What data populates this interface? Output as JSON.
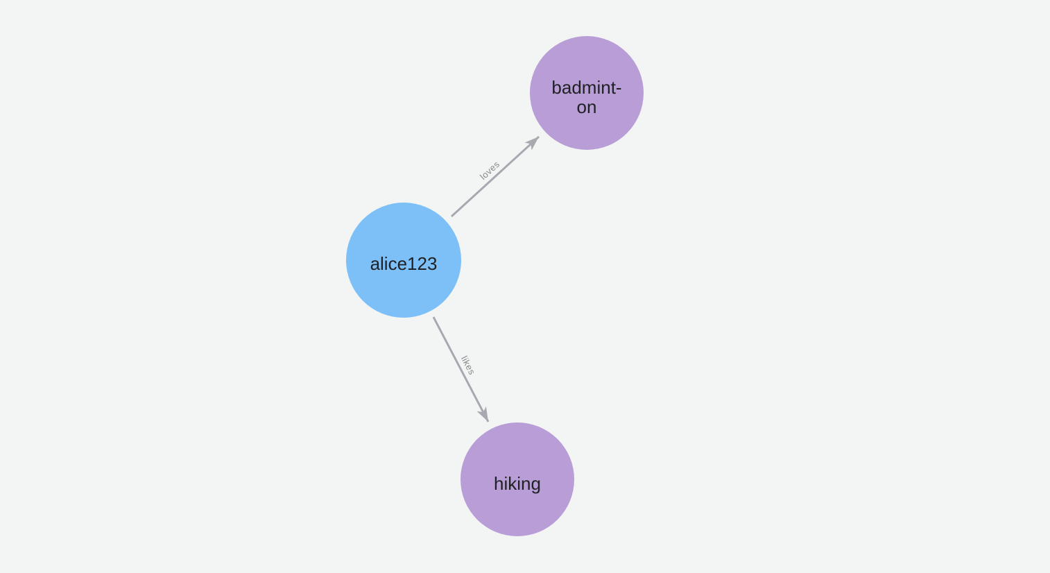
{
  "canvas": {
    "background_color": "#f3f5f4"
  },
  "graph": {
    "edge_color": "#a6a9b0",
    "edge_label_color": "#85878a",
    "node_label_color": "#202124",
    "node_colors": {
      "person": "#7cc0f7",
      "hobby": "#b89dd6"
    },
    "nodes": [
      {
        "id": "alice123",
        "label": "alice123",
        "lines": [
          "alice123"
        ],
        "color": "#7cc0f7"
      },
      {
        "id": "badminton",
        "label": "badminton",
        "lines": [
          "badmint-",
          "on"
        ],
        "color": "#b89dd6"
      },
      {
        "id": "hiking",
        "label": "hiking",
        "lines": [
          "hiking"
        ],
        "color": "#b89dd6"
      }
    ],
    "edges": [
      {
        "label": "loves",
        "from": "alice123",
        "to": "badminton"
      },
      {
        "label": "likes",
        "from": "alice123",
        "to": "hiking"
      }
    ]
  }
}
